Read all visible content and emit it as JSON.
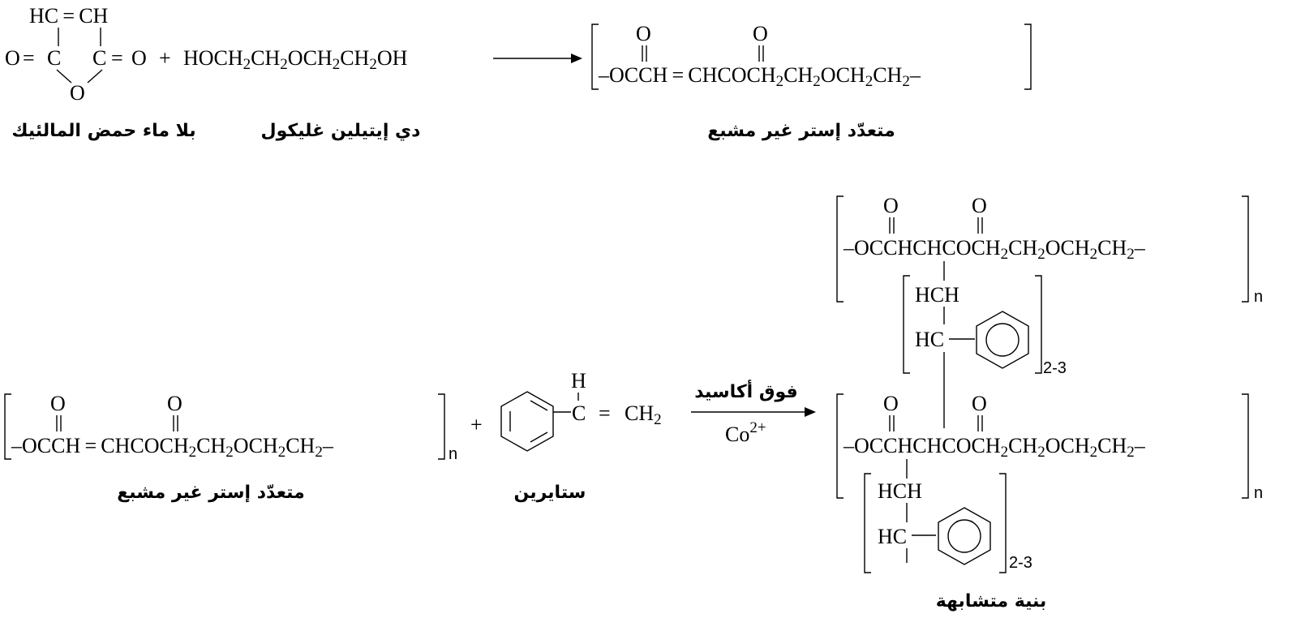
{
  "reaction1": {
    "anhydride": {
      "top": "HC = CH",
      "left_o": "O",
      "left_eq": "=",
      "left_c": "C",
      "right_c": "C",
      "right_eq": "=",
      "right_o": "O",
      "ring_o": "O"
    },
    "plus": "+",
    "glycol": {
      "ho": "HOCH",
      "s1": "2",
      "ch": "CH",
      "s2": "2",
      "och": "OCH",
      "s3": "2",
      "ch2": "CH",
      "s4": "2",
      "oh": "OH"
    },
    "product": {
      "o1": "O",
      "o2": "O",
      "p1": "–OCCH = CHCOCH",
      "s1": "2",
      "p2": "CH",
      "s2": "2",
      "p3": "OCH",
      "s3": "2",
      "p4": "CH",
      "s4": "2",
      "p5": "–"
    },
    "labels": {
      "anhydride": "بلا ماء حمض المالئيك",
      "glycol": "دي إيتيلين غليكول",
      "product": "متعدّد إستر غير مشبع"
    }
  },
  "reaction2": {
    "polyester": {
      "o1": "O",
      "o2": "O",
      "p1": "–OCCH = CHCOCH",
      "s1": "2",
      "p2": "CH",
      "s2": "2",
      "p3": "OCH",
      "s3": "2",
      "p4": "CH",
      "s4": "2",
      "p5": "–",
      "n": "n"
    },
    "plus": "+",
    "styrene": {
      "h": "H",
      "c": "C",
      "eq": "=",
      "ch": "CH",
      "s": "2"
    },
    "arrow": {
      "above": "فوق أكاسيد",
      "below_base": "Co",
      "below_sup": "2+"
    },
    "crosslinked": {
      "top_chain": {
        "o1": "O",
        "o2": "O",
        "p1": "–OCCHCHCOCH",
        "s1": "2",
        "p2": "CH",
        "s2": "2",
        "p3": "OCH",
        "s3": "2",
        "p4": "CH",
        "s4": "2",
        "p5": "–",
        "n": "n"
      },
      "branch_top": {
        "hch": "HCH",
        "hc": "HC",
        "count": "2-3"
      },
      "bottom_chain": {
        "o1": "O",
        "o2": "O",
        "p1": "–OCCHCHCOCH",
        "s1": "2",
        "p2": "CH",
        "s2": "2",
        "p3": "OCH",
        "s3": "2",
        "p4": "CH",
        "s4": "2",
        "p5": "–",
        "n": "n"
      },
      "branch_bottom": {
        "hch": "HCH",
        "hc": "HC",
        "count": "2-3"
      }
    },
    "labels": {
      "polyester": "متعدّد إستر غير مشبع",
      "styrene": "ستايرين",
      "crosslinked": "بنية متشابهة"
    }
  }
}
